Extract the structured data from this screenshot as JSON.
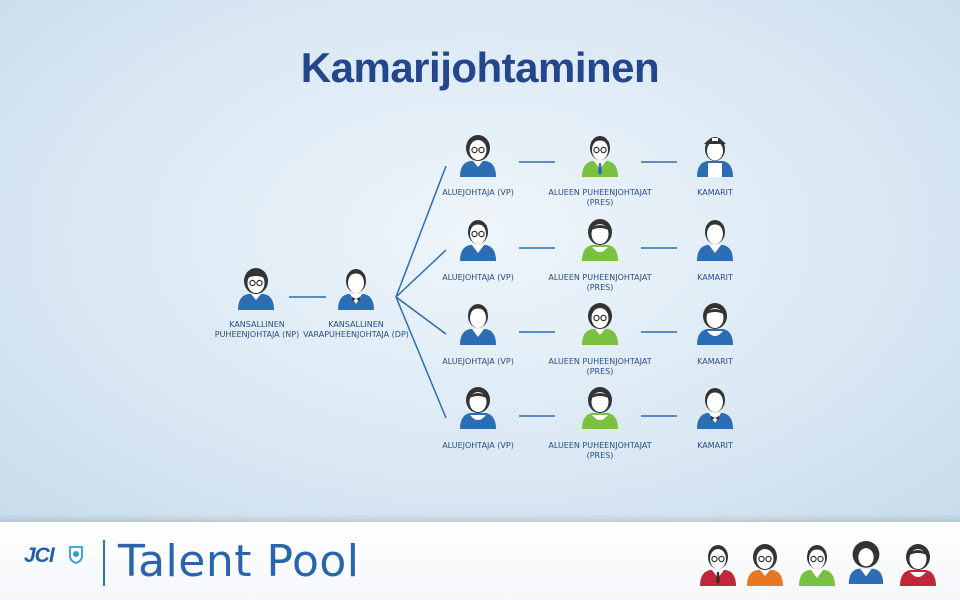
{
  "title": "Kamarijohtaminen",
  "root": {
    "label_line1": "KANSALLINEN",
    "label_line2": "PUHEENJOHTAJA (NP)"
  },
  "deputy": {
    "label_line1": "KANSALLINEN",
    "label_line2": "VARAPUHEENJOHTAJA (DP)"
  },
  "rows": [
    {
      "vp": "ALUEJOHTAJA (VP)",
      "pres_line1": "ALUEEN PUHEENJOHTAJAT",
      "pres_line2": "(PRES)",
      "chamber": "KAMARIT"
    },
    {
      "vp": "ALUEJOHTAJA (VP)",
      "pres_line1": "ALUEEN PUHEENJOHTAJAT",
      "pres_line2": "(PRES)",
      "chamber": "KAMARIT"
    },
    {
      "vp": "ALUEJOHTAJA (VP)",
      "pres_line1": "ALUEEN PUHEENJOHTAJAT",
      "pres_line2": "(PRES)",
      "chamber": "KAMARIT"
    },
    {
      "vp": "ALUEJOHTAJA (VP)",
      "pres_line1": "ALUEEN PUHEENJOHTAJAT",
      "pres_line2": "(PRES)",
      "chamber": "KAMARIT"
    }
  ],
  "footer": {
    "logo_text": "JCI",
    "product": "Talent Pool"
  },
  "colors": {
    "blue": "#2d6db4",
    "green": "#7ac142",
    "dark": "#333333",
    "title": "#23468c"
  }
}
